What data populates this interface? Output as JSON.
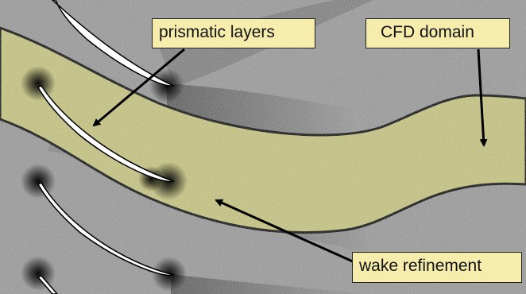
{
  "annotations": {
    "prismatic_layers": "prismatic layers",
    "cfd_domain": "CFD domain",
    "wake_refinement": "wake refinement"
  },
  "colors": {
    "mesh_background": "#8f8f8f",
    "cfd_domain_fill": "#c9c77a",
    "label_fill": "#f6ecab",
    "outline": "#000000",
    "blade_fill": "#ffffff"
  },
  "icons": [
    "blade-icon",
    "arrow-icon",
    "dark-spot-icon"
  ]
}
